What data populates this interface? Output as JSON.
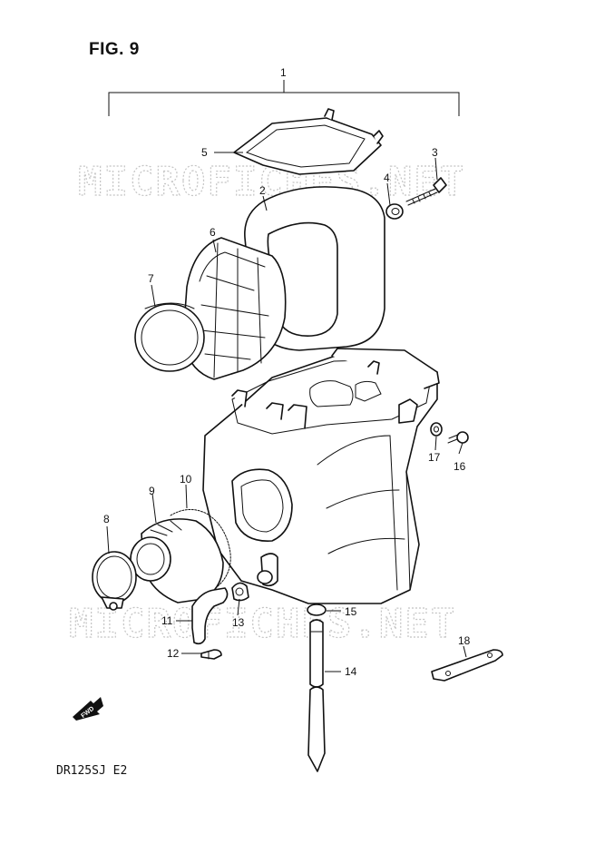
{
  "figure": {
    "title": "FIG. 9",
    "footer_code": "DR125SJ  E2"
  },
  "watermark": {
    "text": "MICROFICHES.NET"
  },
  "direction_arrow": {
    "label": "FWD"
  },
  "callouts": [
    {
      "id": "c1",
      "number": "1"
    },
    {
      "id": "c2",
      "number": "2"
    },
    {
      "id": "c3",
      "number": "3"
    },
    {
      "id": "c4",
      "number": "4"
    },
    {
      "id": "c5",
      "number": "5"
    },
    {
      "id": "c6",
      "number": "6"
    },
    {
      "id": "c7",
      "number": "7"
    },
    {
      "id": "c8",
      "number": "8"
    },
    {
      "id": "c9",
      "number": "9"
    },
    {
      "id": "c10",
      "number": "10"
    },
    {
      "id": "c11",
      "number": "11"
    },
    {
      "id": "c12",
      "number": "12"
    },
    {
      "id": "c13",
      "number": "13"
    },
    {
      "id": "c14",
      "number": "14"
    },
    {
      "id": "c15",
      "number": "15"
    },
    {
      "id": "c16",
      "number": "16"
    },
    {
      "id": "c17",
      "number": "17"
    },
    {
      "id": "c18",
      "number": "18"
    }
  ]
}
